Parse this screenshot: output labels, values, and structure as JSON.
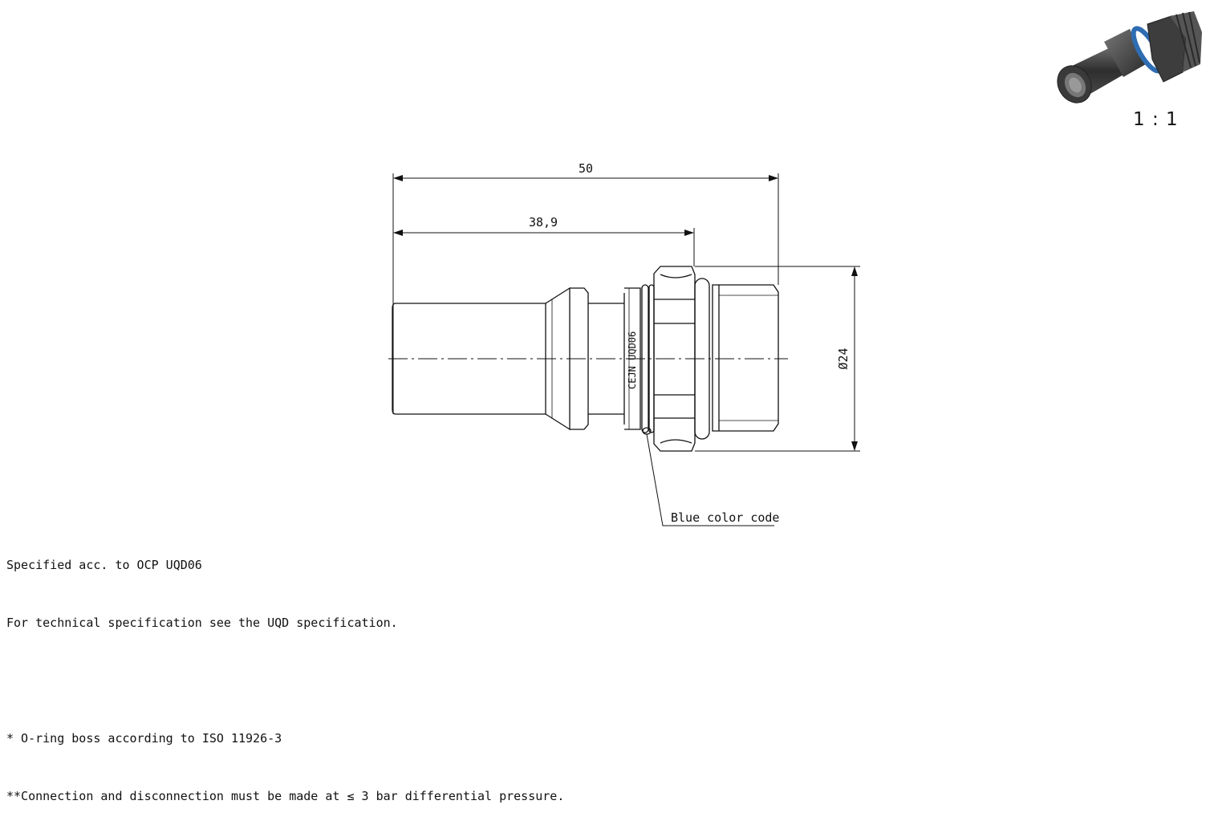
{
  "dimensions": {
    "overall_length": "50",
    "partial_length": "38,9",
    "diameter": "Ø24"
  },
  "engraving": "CEJN UQD06",
  "callout": "Blue color code",
  "scale": "1 : 1",
  "colors": {
    "line": "#111111",
    "color_code_ring": "#2f6db3",
    "body_metal": "#3a3a3a"
  },
  "notes": {
    "line1": "Specified acc. to OCP UQD06",
    "line2": "For technical specification see the UQD specification.",
    "line3": "* O-ring boss according to ISO 11926-3",
    "line4": "**Connection and disconnection must be made at ≤ 3 bar differential pressure."
  }
}
